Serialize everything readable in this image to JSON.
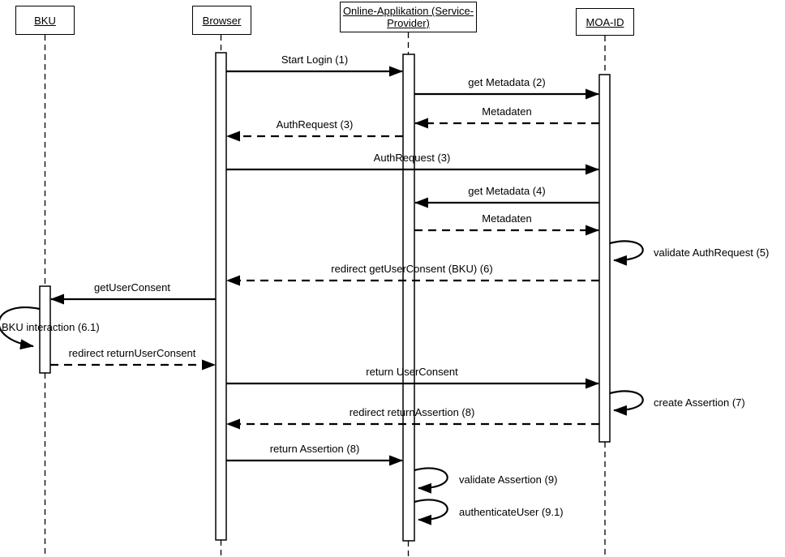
{
  "diagram_type": "uml-sequence-diagram",
  "colors": {
    "line": "#000000",
    "background": "#ffffff",
    "text": "#000000"
  },
  "actors": [
    {
      "id": "bku",
      "name": "BKU"
    },
    {
      "id": "browser",
      "name": "Browser"
    },
    {
      "id": "online-applikation",
      "name": "Online-Applikation (Service-Provider)",
      "name_line1": "Online-Applikation (Service-",
      "name_line2": "Provider)"
    },
    {
      "id": "moa-id",
      "name": "MOA-ID"
    }
  ],
  "messages": [
    {
      "label": "Start Login (1)",
      "from": "Browser",
      "to": "Online-Applikation (Service-Provider)",
      "style": "solid"
    },
    {
      "label": "get Metadata (2)",
      "from": "Online-Applikation (Service-Provider)",
      "to": "MOA-ID",
      "style": "solid"
    },
    {
      "label": "Metadaten",
      "from": "MOA-ID",
      "to": "Online-Applikation (Service-Provider)",
      "style": "dashed"
    },
    {
      "label": "AuthRequest (3)",
      "from": "Online-Applikation (Service-Provider)",
      "to": "Browser",
      "style": "dashed"
    },
    {
      "label": "AuthRequest (3)",
      "from": "Browser",
      "to": "MOA-ID",
      "style": "solid"
    },
    {
      "label": "get Metadata (4)",
      "from": "MOA-ID",
      "to": "Online-Applikation (Service-Provider)",
      "style": "solid"
    },
    {
      "label": "Metadaten",
      "from": "Online-Applikation (Service-Provider)",
      "to": "MOA-ID",
      "style": "dashed"
    },
    {
      "label": "validate AuthRequest (5)",
      "from": "MOA-ID",
      "to": "MOA-ID",
      "style": "self"
    },
    {
      "label": "redirect getUserConsent (BKU) (6)",
      "from": "MOA-ID",
      "to": "Browser",
      "style": "dashed"
    },
    {
      "label": "getUserConsent",
      "from": "Browser",
      "to": "BKU",
      "style": "solid"
    },
    {
      "label": "BKU interaction (6.1)",
      "from": "BKU",
      "to": "BKU",
      "style": "self"
    },
    {
      "label": "redirect returnUserConsent",
      "from": "BKU",
      "to": "Browser",
      "style": "dashed"
    },
    {
      "label": "return UserConsent",
      "from": "Browser",
      "to": "MOA-ID",
      "style": "solid"
    },
    {
      "label": "create Assertion (7)",
      "from": "MOA-ID",
      "to": "MOA-ID",
      "style": "self"
    },
    {
      "label": "redirect returnAssertion (8)",
      "from": "MOA-ID",
      "to": "Browser",
      "style": "dashed"
    },
    {
      "label": "return Assertion (8)",
      "from": "Browser",
      "to": "Online-Applikation (Service-Provider)",
      "style": "solid"
    },
    {
      "label": "validate Assertion (9)",
      "from": "Online-Applikation (Service-Provider)",
      "to": "Online-Applikation (Service-Provider)",
      "style": "self"
    },
    {
      "label": "authenticateUser (9.1)",
      "from": "Online-Applikation (Service-Provider)",
      "to": "Online-Applikation (Service-Provider)",
      "style": "self"
    }
  ]
}
